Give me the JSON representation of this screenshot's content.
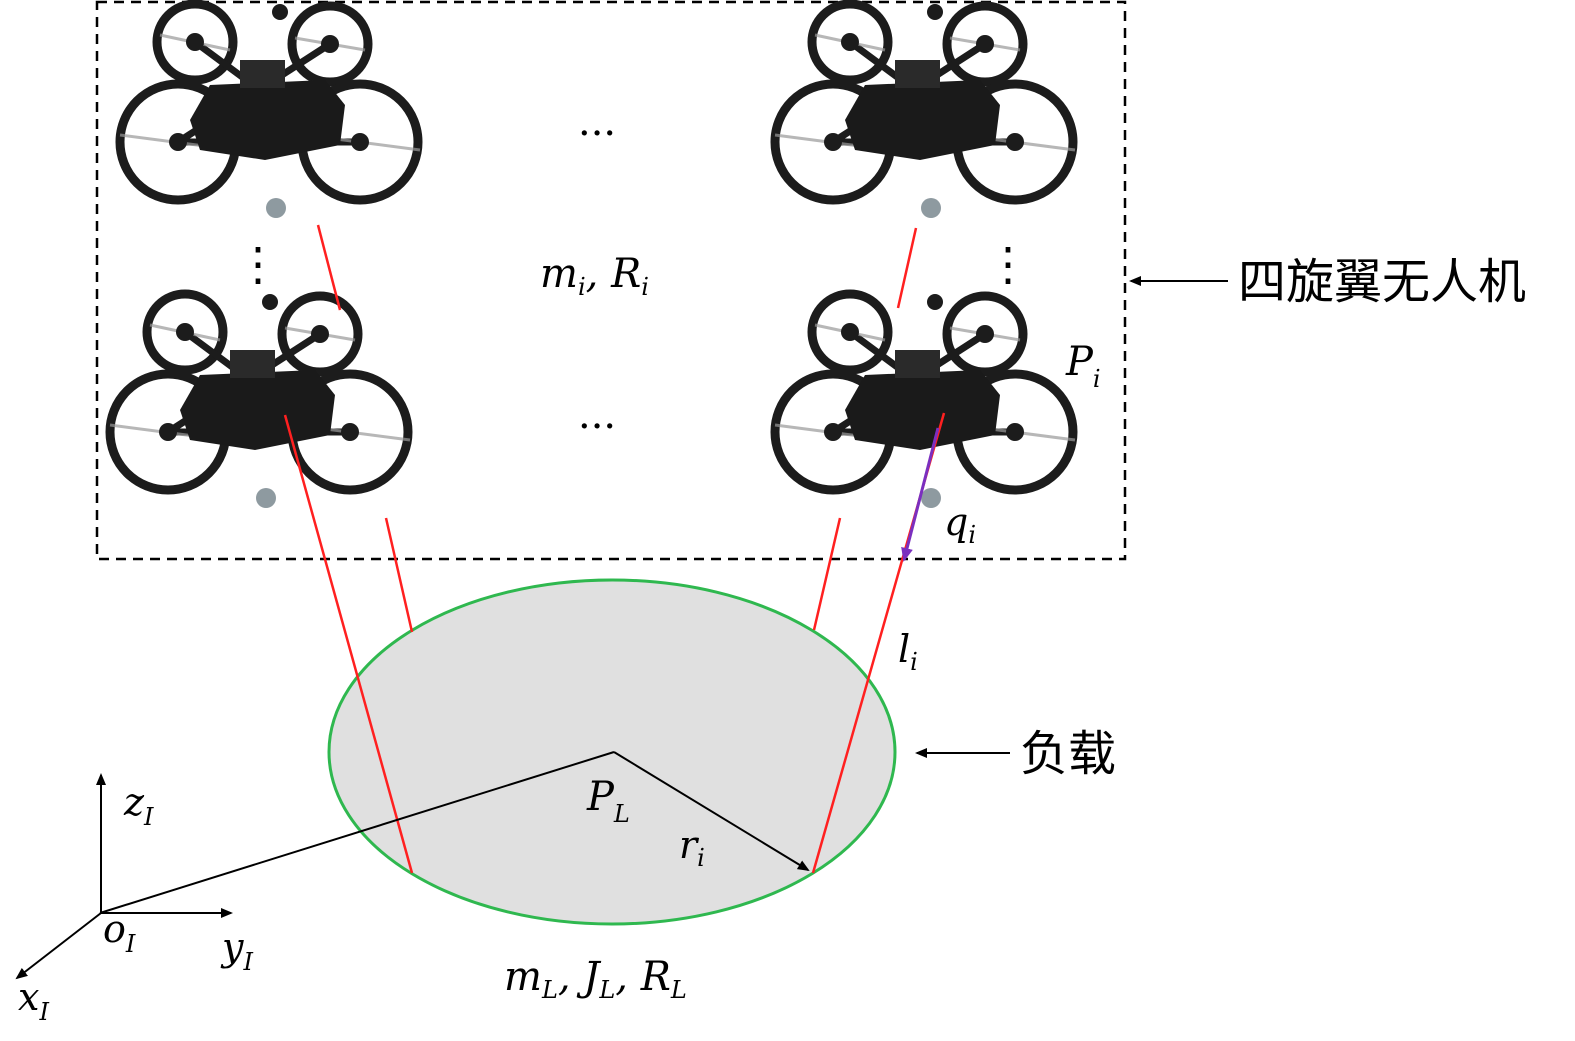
{
  "labels": {
    "quadrotor_group": "四旋翼无人机",
    "payload": "负载",
    "drone_params": {
      "main1": "m",
      "sub1": "i",
      "sep": ", ",
      "main2": "R",
      "sub2": "i"
    },
    "drone_position": {
      "main": "P",
      "sub": "i"
    },
    "cable_direction": {
      "main": "q",
      "sub": "i"
    },
    "cable_length": {
      "main": "l",
      "sub": "i"
    },
    "payload_position": {
      "main": "P",
      "sub": "L"
    },
    "attach_vector": {
      "main": "r",
      "sub": "i"
    },
    "payload_params": {
      "main1": "m",
      "sub1": "L",
      "sep1": ", ",
      "main2": "J",
      "sub2": "L",
      "sep2": ", ",
      "main3": "R",
      "sub3": "L"
    },
    "axis_z": {
      "main": "z",
      "sub": "I"
    },
    "axis_y": {
      "main": "y",
      "sub": "I"
    },
    "axis_x": {
      "main": "x",
      "sub": "I"
    },
    "origin": {
      "main": "o",
      "sub": "I"
    },
    "ellipsis_h": "···",
    "ellipsis_v": "⋮"
  },
  "colors": {
    "cable": "#ff2020",
    "payload_fill": "#e0e0e0",
    "payload_stroke": "#2fb84f",
    "q_arrow": "#7b2fbf",
    "frame": "#000000",
    "drone": "#1c1c1c"
  },
  "icons": [
    "quadrotor-drone-icon"
  ]
}
